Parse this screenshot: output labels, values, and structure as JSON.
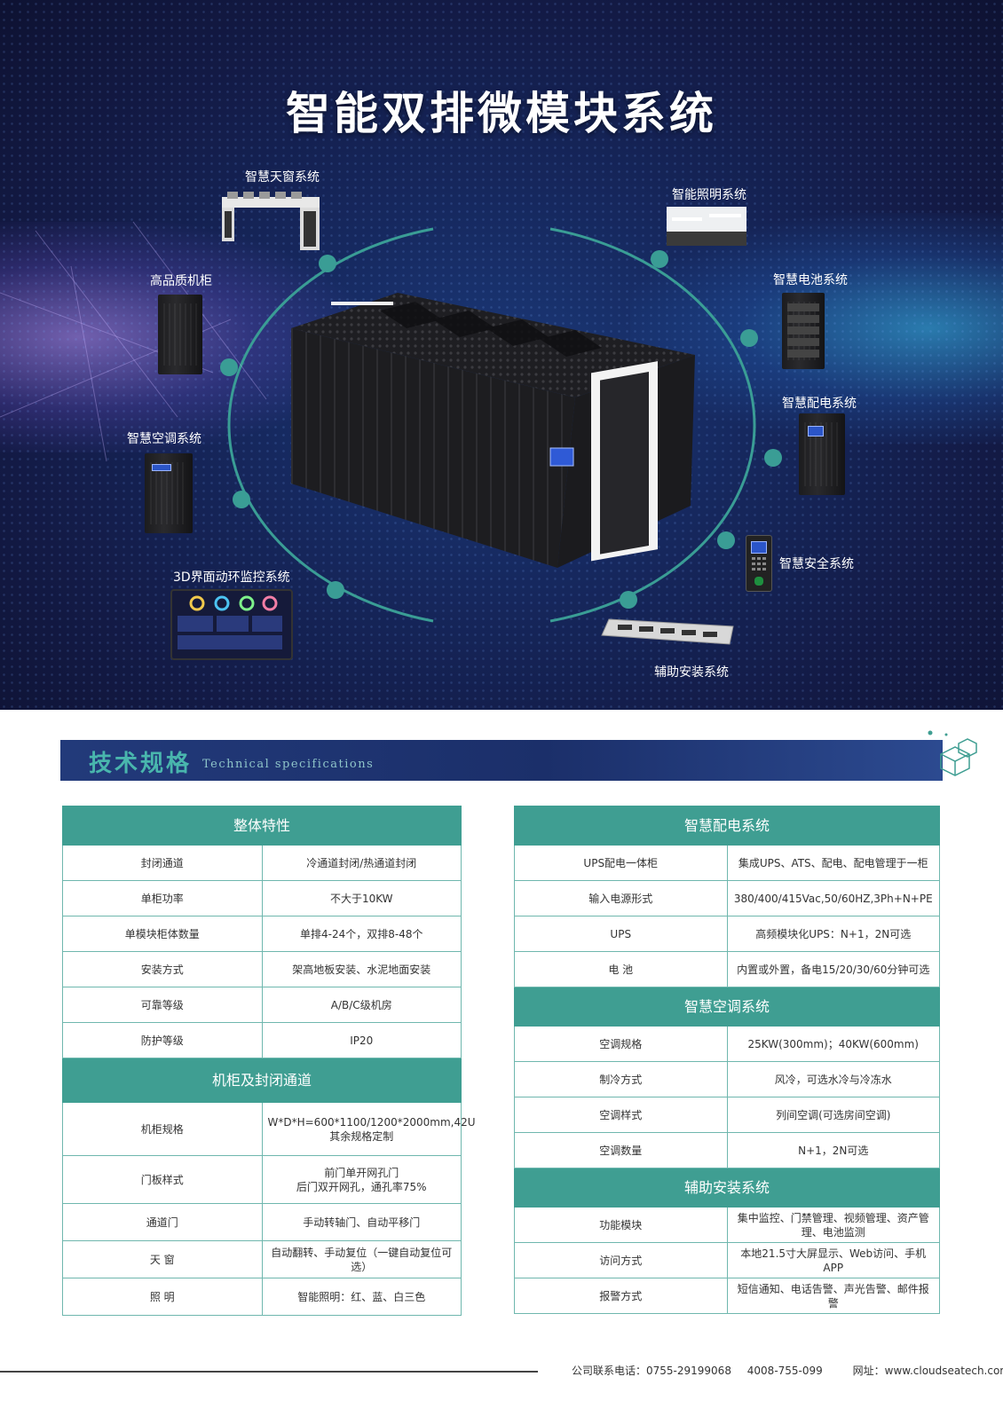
{
  "hero": {
    "title": "智能双排微模块系统",
    "features": {
      "skylight": "智慧天窗系统",
      "cabinet": "高品质机柜",
      "aircon": "智慧空调系统",
      "monitor": "3D界面动环监控系统",
      "lighting": "智能照明系统",
      "battery": "智慧电池系统",
      "power": "智慧配电系统",
      "security": "智慧安全系统",
      "install": "辅助安装系统"
    }
  },
  "specs": {
    "banner_cn": "技术规格",
    "banner_en": "Technical specifications",
    "left": [
      {
        "type": "head",
        "title": "整体特性"
      },
      {
        "type": "row",
        "key": "封闭通道",
        "val": [
          "冷通道封闭/热通道封闭"
        ]
      },
      {
        "type": "row",
        "key": "单柜功率",
        "val": [
          "不大于10KW"
        ]
      },
      {
        "type": "row",
        "key": "单模块柜体数量",
        "val": [
          "单排4-24个，双排8-48个"
        ]
      },
      {
        "type": "row",
        "key": "安装方式",
        "val": [
          "架高地板安装、水泥地面安装"
        ]
      },
      {
        "type": "row",
        "key": "可靠等级",
        "val": [
          "A/B/C级机房"
        ]
      },
      {
        "type": "row",
        "key": "防护等级",
        "val": [
          "IP20"
        ]
      },
      {
        "type": "head",
        "title": "机柜及封闭通道"
      },
      {
        "type": "row",
        "key": "机柜规格",
        "val": [
          "W*D*H=600*1100/1200*2000mm,42U",
          "其余规格定制"
        ]
      },
      {
        "type": "row",
        "key": "门板样式",
        "val": [
          "前门单开网孔门",
          "后门双开网孔，通孔率75%"
        ]
      },
      {
        "type": "row",
        "key": "通道门",
        "val": [
          "手动转轴门、自动平移门"
        ]
      },
      {
        "type": "row",
        "key": "天 窗",
        "val": [
          "自动翻转、手动复位（一键自动复位可选）"
        ]
      },
      {
        "type": "row",
        "key": "照 明",
        "val": [
          "智能照明：红、蓝、白三色"
        ]
      }
    ],
    "right": [
      {
        "type": "head",
        "title": "智慧配电系统"
      },
      {
        "type": "row",
        "key": "UPS配电一体柜",
        "val": [
          "集成UPS、ATS、配电、配电管理于一柜"
        ]
      },
      {
        "type": "row",
        "key": "输入电源形式",
        "val": [
          "380/400/415Vac,50/60HZ,3Ph+N+PE"
        ]
      },
      {
        "type": "row",
        "key": "UPS",
        "val": [
          "高频模块化UPS：N+1，2N可选"
        ]
      },
      {
        "type": "row",
        "key": "电 池",
        "val": [
          "内置或外置，备电15/20/30/60分钟可选"
        ]
      },
      {
        "type": "head",
        "title": "智慧空调系统"
      },
      {
        "type": "row",
        "key": "空调规格",
        "val": [
          "25KW(300mm)；40KW(600mm)"
        ]
      },
      {
        "type": "row",
        "key": "制冷方式",
        "val": [
          "风冷，可选水冷与冷冻水"
        ]
      },
      {
        "type": "row",
        "key": "空调样式",
        "val": [
          "列间空调(可选房间空调)"
        ]
      },
      {
        "type": "row",
        "key": "空调数量",
        "val": [
          "N+1，2N可选"
        ]
      },
      {
        "type": "head",
        "title": "辅助安装系统"
      },
      {
        "type": "row",
        "key": "功能模块",
        "val": [
          "集中监控、门禁管理、视频管理、资产管理、电池监测"
        ]
      },
      {
        "type": "row",
        "key": "访问方式",
        "val": [
          "本地21.5寸大屏显示、Web访问、手机APP"
        ]
      },
      {
        "type": "row",
        "key": "报警方式",
        "val": [
          "短信通知、电话告警、声光告警、邮件报警"
        ]
      }
    ]
  },
  "footer": {
    "phone_label": "公司联系电话：0755-29199068",
    "phone2": "4008-755-099",
    "website": "网址：www.cloudseatech.com"
  },
  "colors": {
    "teal": "#3f9e92",
    "navy": "#131a45",
    "ring": "#3a9d95"
  }
}
